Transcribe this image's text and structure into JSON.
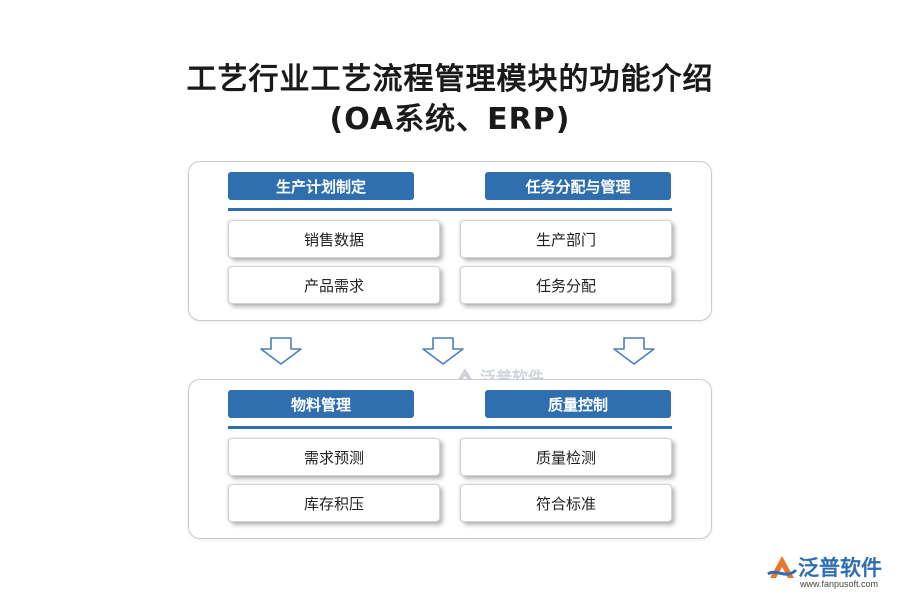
{
  "title": {
    "line1": "工艺行业工艺流程管理模块的功能介绍",
    "line2": "(OA系统、ERP)"
  },
  "panels": [
    {
      "headers": [
        "生产计划制定",
        "任务分配与管理"
      ],
      "items": [
        [
          "销售数据",
          "生产部门"
        ],
        [
          "产品需求",
          "任务分配"
        ]
      ]
    },
    {
      "headers": [
        "物料管理",
        "质量控制"
      ],
      "items": [
        [
          "需求预测",
          "质量检测"
        ],
        [
          "库存积压",
          "符合标准"
        ]
      ]
    }
  ],
  "watermark": {
    "center_text": "泛普软件",
    "logo_text": "泛普软件",
    "logo_url": "www.fanpusoft.com"
  },
  "colors": {
    "accent": "#2f6fb0",
    "arrow_stroke": "#4a7fbf",
    "panel_border": "#c9ccd2"
  }
}
